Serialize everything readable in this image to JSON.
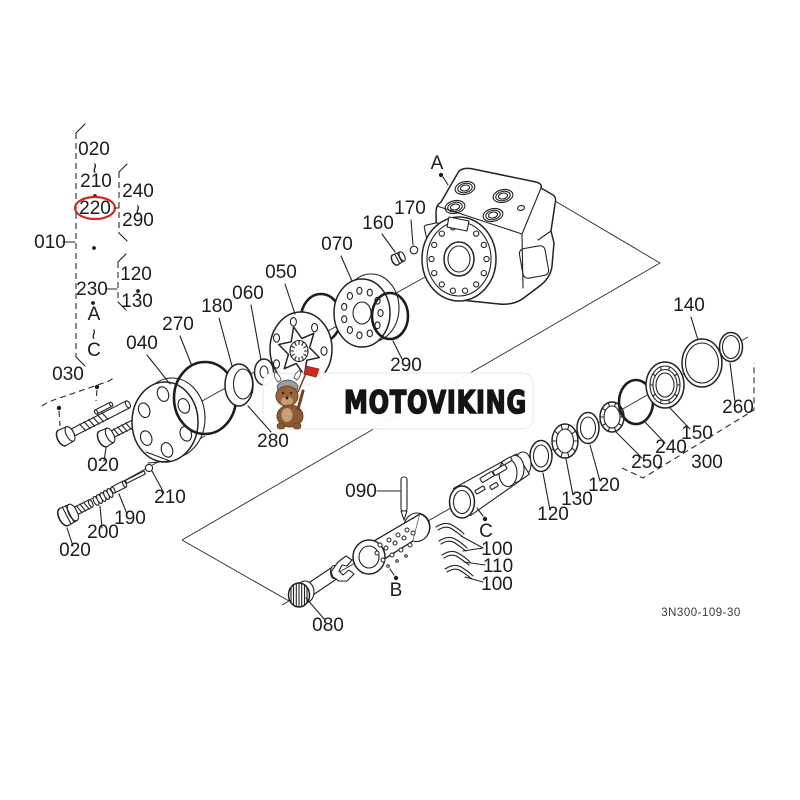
{
  "watermark": {
    "text": "MOTOVIKING"
  },
  "drawing_number": "3N300-109-30",
  "colors": {
    "line": "#232323",
    "highlight_red": "#d0281c",
    "watermark_text": "#141414"
  },
  "parts_list": {
    "assembly": "010",
    "range_1": {
      "from": "020",
      "to": "210"
    },
    "highlighted_item": "220",
    "range_2": {
      "from": "240",
      "to": "290"
    },
    "item_2": "230",
    "sub_items": [
      "120",
      "130"
    ],
    "letter_range": {
      "from": "A",
      "to": "C"
    }
  },
  "labels": {
    "n010": "010",
    "n020": "020",
    "n030": "030",
    "n040": "040",
    "n050": "050",
    "n060": "060",
    "n070": "070",
    "n080": "080",
    "n090": "090",
    "n100": "100",
    "n110": "110",
    "n120": "120",
    "n130": "130",
    "n140": "140",
    "n150": "150",
    "n160": "160",
    "n170": "170",
    "n180": "180",
    "n190": "190",
    "n200": "200",
    "n210": "210",
    "n220": "220",
    "n230": "230",
    "n240": "240",
    "n250": "250",
    "n260": "260",
    "n270": "270",
    "n280": "280",
    "n290": "290",
    "n300": "300",
    "letter_a": "A",
    "letter_b": "B",
    "letter_c": "C",
    "tilde": "~"
  }
}
